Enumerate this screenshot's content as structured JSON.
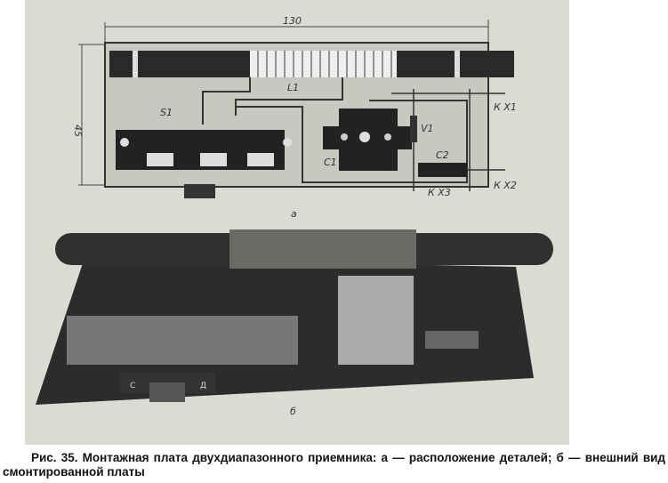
{
  "figure": {
    "drawing_a": {
      "dim_width": "130",
      "dim_height": "45",
      "labels": {
        "l1": "L1",
        "s1": "S1",
        "c1": "C1",
        "c2": "C2",
        "v1": "V1",
        "x1": "К X1",
        "x2": "К X2",
        "x3": "К X3"
      },
      "sublabel": "а"
    },
    "photo_b": {
      "switch_left": "С",
      "switch_right": "Д",
      "sublabel": "б"
    }
  },
  "caption": {
    "text": "Рис. 35. Монтажная плата двухдиапазонного приемника: а — расположение деталей; б — внешний вид смонтированной платы"
  }
}
